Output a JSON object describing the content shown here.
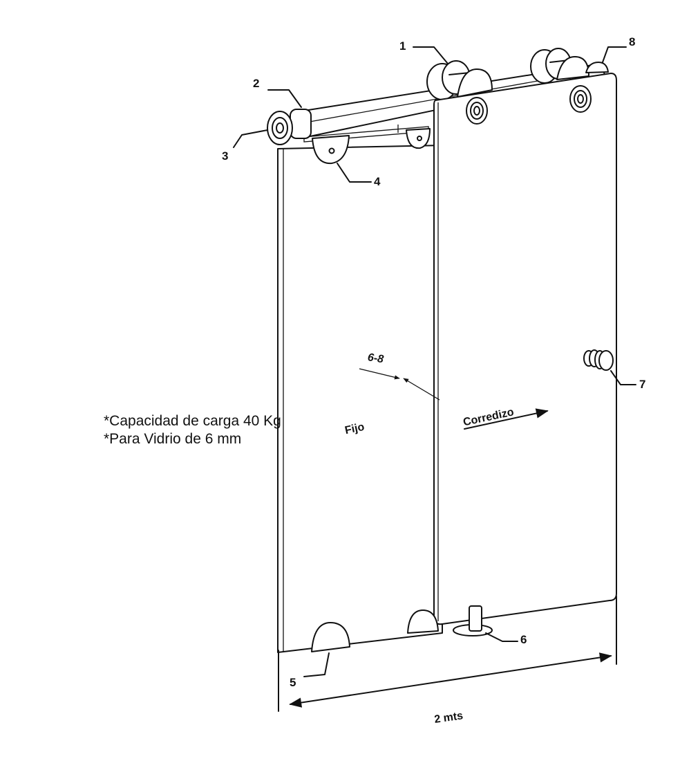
{
  "callouts": [
    "1",
    "2",
    "3",
    "4",
    "5",
    "6",
    "7",
    "8"
  ],
  "labels": {
    "gap": "6-8",
    "fixed": "Fijo",
    "sliding": "Corredizo",
    "width": "2 mts"
  },
  "notes": [
    "*Capacidad de carga 40 Kg",
    "*Para Vidrio de 6 mm"
  ]
}
